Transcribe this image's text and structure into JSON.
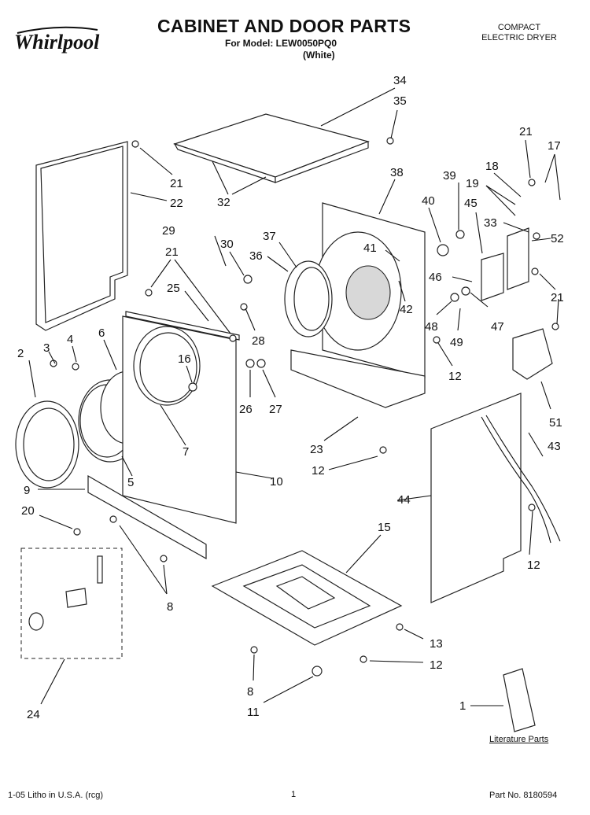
{
  "header": {
    "brand": "Whirlpool",
    "title": "CABINET AND DOOR PARTS",
    "model_line": "For Model: LEW0050PQ0",
    "color_line": "(White)",
    "category_line1": "COMPACT",
    "category_line2": "ELECTRIC DRYER"
  },
  "footer": {
    "litho": "1-05 Litho in U.S.A. (rcg)",
    "page": "1",
    "part_no": "Part No. 8180594"
  },
  "literature_label": "Literature Parts",
  "callouts": [
    "34",
    "35",
    "21",
    "17",
    "18",
    "19",
    "38",
    "39",
    "40",
    "45",
    "33",
    "52",
    "21",
    "22",
    "32",
    "29",
    "30",
    "37",
    "36",
    "41",
    "46",
    "21",
    "21",
    "25",
    "42",
    "48",
    "47",
    "49",
    "12",
    "28",
    "2",
    "3",
    "4",
    "6",
    "16",
    "26",
    "27",
    "51",
    "23",
    "7",
    "12",
    "43",
    "9",
    "5",
    "10",
    "44",
    "20",
    "15",
    "12",
    "8",
    "13",
    "12",
    "8",
    "11",
    "24",
    "1"
  ]
}
